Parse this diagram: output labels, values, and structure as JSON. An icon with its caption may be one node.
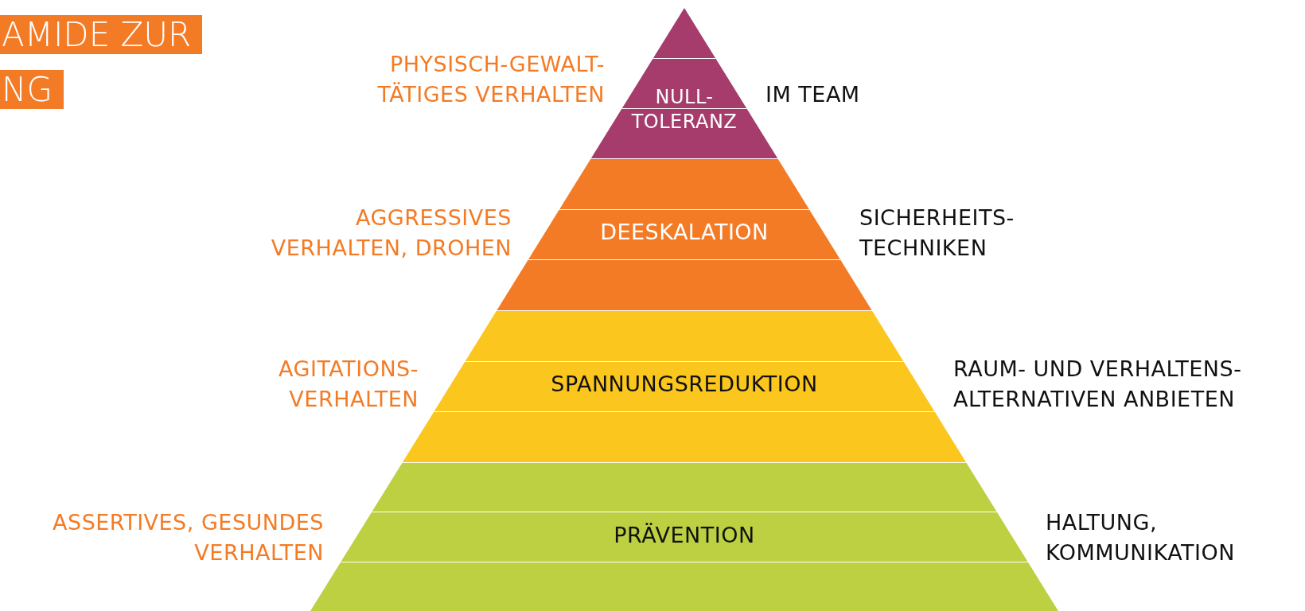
{
  "diagram": {
    "title": "AMIDE ZUR NG",
    "nodes": [
      {
        "text": [
          "NULL- TOLERANZ"
        ],
        "beside": [
          "PHYSISCH-GEWALT- TÄTIGES VERHALTEN",
          "IM TEAM"
        ]
      },
      {
        "text": [
          "DEESKALATION"
        ],
        "beside": [
          "AGGRESSIVES VERHALTEN, DROHEN",
          "SICHERHEITS- TECHNIKEN"
        ]
      },
      {
        "text": [
          "SPANNUNGSREDUKTION"
        ],
        "beside": [
          "AGITATIONS- VERHALTEN",
          "RAUM- UND VERHALTENS- ALTERNATIVEN ANBIETEN"
        ]
      },
      {
        "text": [
          "PRÄVENTION"
        ],
        "beside": [
          "ASSERTIVES, GESUNDES VERHALTEN",
          "HALTUNG, KOMMUNIKATION"
        ]
      }
    ]
  }
}
